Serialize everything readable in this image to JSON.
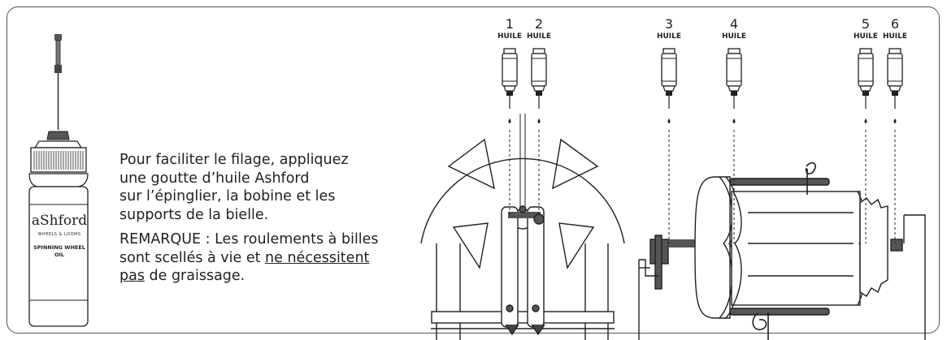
{
  "bottle": {
    "brand": "aShford",
    "tagline": "WHEELS & LOOMS",
    "product_line1": "SPINNING WHEEL",
    "product_line2": "OIL"
  },
  "instructions": {
    "lead": "Pour faciliter le filage, appliquez\nune goutte d’huile Ashford\nsur l’épinglier, la bobine et les\nsupports de la bielle.",
    "note_label": "REMARQUE :",
    "note_text_1": " Les roulements à billes sont scellés à vie et ",
    "note_emphasis": "ne nécessitent pas",
    "note_text_2": " de graissage."
  },
  "oil_points": [
    {
      "number": "1",
      "label": "HUILE"
    },
    {
      "number": "2",
      "label": "HUILE"
    },
    {
      "number": "3",
      "label": "HUILE"
    },
    {
      "number": "4",
      "label": "HUILE"
    },
    {
      "number": "5",
      "label": "HUILE"
    },
    {
      "number": "6",
      "label": "HUILE"
    }
  ]
}
